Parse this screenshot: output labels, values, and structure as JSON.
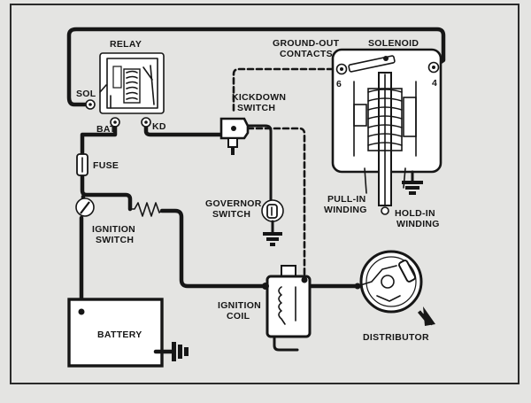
{
  "labels": {
    "relay": "RELAY",
    "sol": "SOL",
    "bat": "BAT",
    "kd": "KD",
    "fuse": "FUSE",
    "ignition_switch": [
      "IGNITION",
      "SWITCH"
    ],
    "battery": "BATTERY",
    "kickdown_switch": [
      "KICKDOWN",
      "SWITCH"
    ],
    "governor_switch": [
      "GOVERNOR",
      "SWITCH"
    ],
    "ignition_coil": [
      "IGNITION",
      "COIL"
    ],
    "ground_out_contacts": [
      "GROUND-OUT",
      "CONTACTS"
    ],
    "solenoid": "SOLENOID",
    "terminal_6": "6",
    "terminal_4": "4",
    "pull_in_winding": [
      "PULL-IN",
      "WINDING"
    ],
    "hold_in_winding": [
      "HOLD-IN",
      "WINDING"
    ],
    "distributor": "DISTRIBUTOR"
  },
  "colors": {
    "ink": "#161616",
    "paper": "#e4e4e2",
    "frame": "#2a2a2a"
  }
}
